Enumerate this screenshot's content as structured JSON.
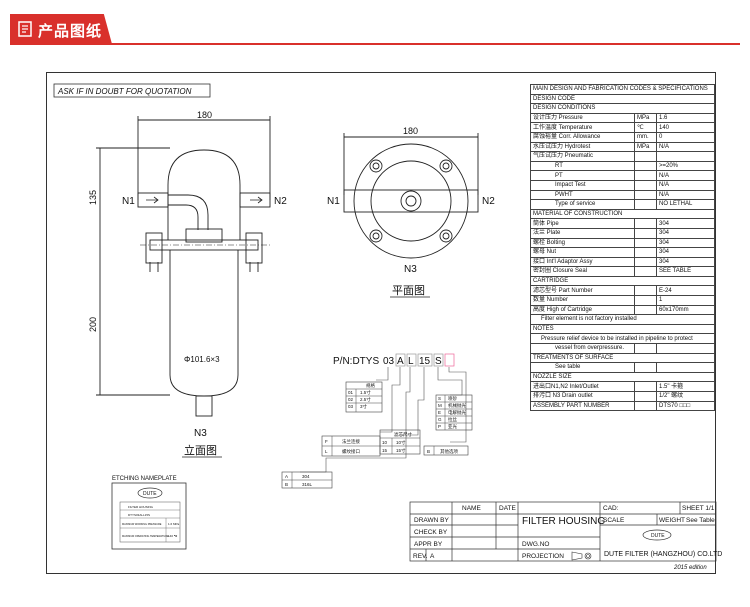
{
  "header": {
    "title": "产品图纸"
  },
  "drawing": {
    "ask_note": "ASK IF IN DOUBT FOR QUOTATION",
    "front_view": {
      "dim_width": "180",
      "dim_top": "135",
      "dim_height": "200",
      "pipe_dia": "Φ101.6×3",
      "n1": "N1",
      "n2": "N2",
      "n3": "N3",
      "caption": "立面图"
    },
    "plan_view": {
      "dim_width": "180",
      "n1": "N1",
      "n2": "N2",
      "n3": "N3",
      "caption": "平面图"
    },
    "part_number": {
      "prefix": "P/N:DTYS",
      "code1": "03",
      "code2": "A",
      "code3": "L",
      "code4": "15",
      "code5": "S",
      "code6": "",
      "size_box": {
        "header": "规格",
        "rows": [
          [
            "01",
            "1.5寸"
          ],
          [
            "02",
            "2.5寸"
          ],
          [
            "03",
            "3寸"
          ]
        ]
      },
      "adaptor_box": {
        "rows": [
          [
            "F",
            "法兰连接"
          ],
          [
            "L",
            "螺纹接口"
          ]
        ]
      },
      "material_box": {
        "rows": [
          [
            "A",
            "304"
          ],
          [
            "B",
            "316L"
          ]
        ]
      },
      "cartridge_box": {
        "header": "滤芯尺寸",
        "rows": [
          [
            "10",
            "10寸"
          ],
          [
            "15",
            "15寸"
          ]
        ]
      },
      "finish_box": {
        "rows": [
          [
            "S",
            "喷砂"
          ],
          [
            "M",
            "机械抛光"
          ],
          [
            "E",
            "电解抛光"
          ],
          [
            "G",
            "拉丝"
          ],
          [
            "P",
            "亚光"
          ]
        ]
      },
      "extra_box": {
        "rows": [
          [
            "B",
            "其他选项"
          ]
        ]
      }
    },
    "nameplate": {
      "label": "ETCHING NAMEPLATE",
      "brand": "DUTE",
      "lines": [
        "FILTER HOUSING",
        "DTYS03ALL15S",
        "MAXIMUM WORKING PRESSURE",
        "MAXIMUM OPERATING TEMPERATURE"
      ],
      "values": [
        "1.6 MPa",
        "140 ℃"
      ]
    },
    "edition": "2015 edition"
  },
  "spec_table": {
    "title": "MAIN DESIGN AND FABRICATION CODES & SPECIFICATIONS",
    "rows": [
      [
        "DESIGN CODE",
        "",
        ""
      ],
      [
        "DESIGN CONDITIONS",
        "",
        ""
      ],
      [
        "设计压力  Pressure",
        "MPa",
        "1.6"
      ],
      [
        "工作温度  Temperature",
        "℃",
        "140"
      ],
      [
        "腐蚀裕量  Corr. Allowance",
        "mm.",
        "0"
      ],
      [
        "水压试压力  Hydrotest",
        "MPa",
        "N/A"
      ],
      [
        "气压试压力  Pneumatic",
        "",
        ""
      ],
      [
        "RT",
        "",
        ">=20%"
      ],
      [
        "PT",
        "",
        "N/A"
      ],
      [
        "Impact Test",
        "",
        "N/A"
      ],
      [
        "PWHT",
        "",
        "N/A"
      ],
      [
        "Type of service",
        "",
        "NO LETHAL"
      ],
      [
        "MATERIAL OF CONSTRUCTION",
        "",
        ""
      ],
      [
        "筒体  Pipe",
        "",
        "304"
      ],
      [
        "法兰  Plate",
        "",
        "304"
      ],
      [
        "螺栓  Bolting",
        "",
        "304"
      ],
      [
        "螺母  Nut",
        "",
        "304"
      ],
      [
        "接口  Int'l Adaptor Assy",
        "",
        "304"
      ],
      [
        "密封圈  Closure Seal",
        "",
        "SEE TABLE"
      ],
      [
        "CARTRIDGE",
        "",
        ""
      ],
      [
        "滤芯型号  Part Number",
        "",
        "E-24"
      ],
      [
        "数量  Number",
        "",
        "1"
      ],
      [
        "高度  High of Cartridge",
        "",
        "60x170mm"
      ],
      [
        "Filter element is not factory installed",
        "",
        ""
      ],
      [
        "NOTES",
        "",
        ""
      ],
      [
        "Pressure relief device to be installed in pipeline to protect",
        "",
        ""
      ],
      [
        "vessel from overpressure.",
        "",
        ""
      ],
      [
        "TREATMENTS OF SURFACE",
        "",
        ""
      ],
      [
        "See table",
        "",
        ""
      ],
      [
        "NOZZLE SIZE",
        "",
        ""
      ],
      [
        "进出口N1,N2  Inlet/Outlet",
        "",
        "1.5\" 卡箍"
      ],
      [
        "排污口  N3  Drain outlet",
        "",
        "1/2\" 螺纹"
      ],
      [
        "ASSEMBLY PART NUMBER",
        "",
        "DTS70 □□□"
      ]
    ]
  },
  "title_block": {
    "name": "NAME",
    "date": "DATE",
    "drawn_by": "DRAWN BY",
    "check_by": "CHECK BY",
    "appr_by": "APPR BY",
    "rev": "REV.",
    "rev_value": "A",
    "filter_housing": "FILTER HOUSING",
    "cad": "CAD:",
    "sheet": "SHEET 1/1",
    "scale": "SCALE",
    "weight": "WEIGHT",
    "weight_value": "See Table",
    "dwg_no": "DWG.NO",
    "projection": "PROJECTION",
    "brand": "DUTE",
    "company": "DUTE FILTER (HANGZHOU) CO.LTD"
  }
}
